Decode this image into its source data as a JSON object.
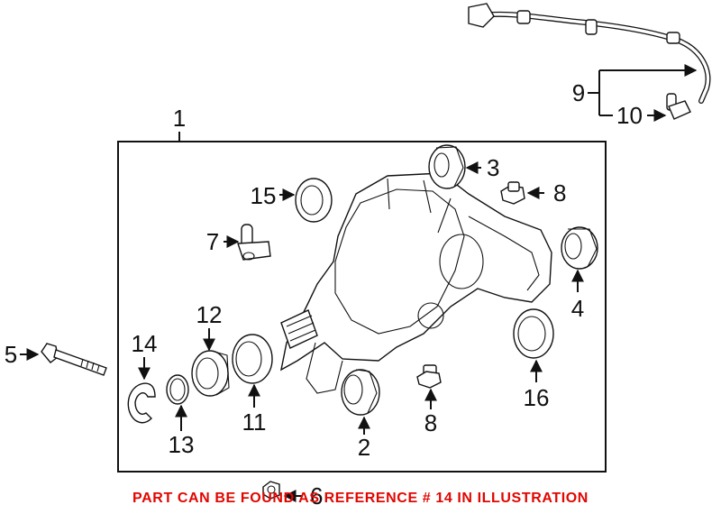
{
  "callouts": {
    "c1": "1",
    "c2": "2",
    "c3": "3",
    "c4": "4",
    "c5": "5",
    "c6": "6",
    "c7": "7",
    "c8a": "8",
    "c8b": "8",
    "c9": "9",
    "c10": "10",
    "c11": "11",
    "c12": "12",
    "c13": "13",
    "c14": "14",
    "c15": "15",
    "c16": "16"
  },
  "note": "PART CAN BE FOUND AS REFERENCE # 14 IN ILLUSTRATION",
  "colors": {
    "note": "#e10600",
    "lines": "#111111"
  }
}
